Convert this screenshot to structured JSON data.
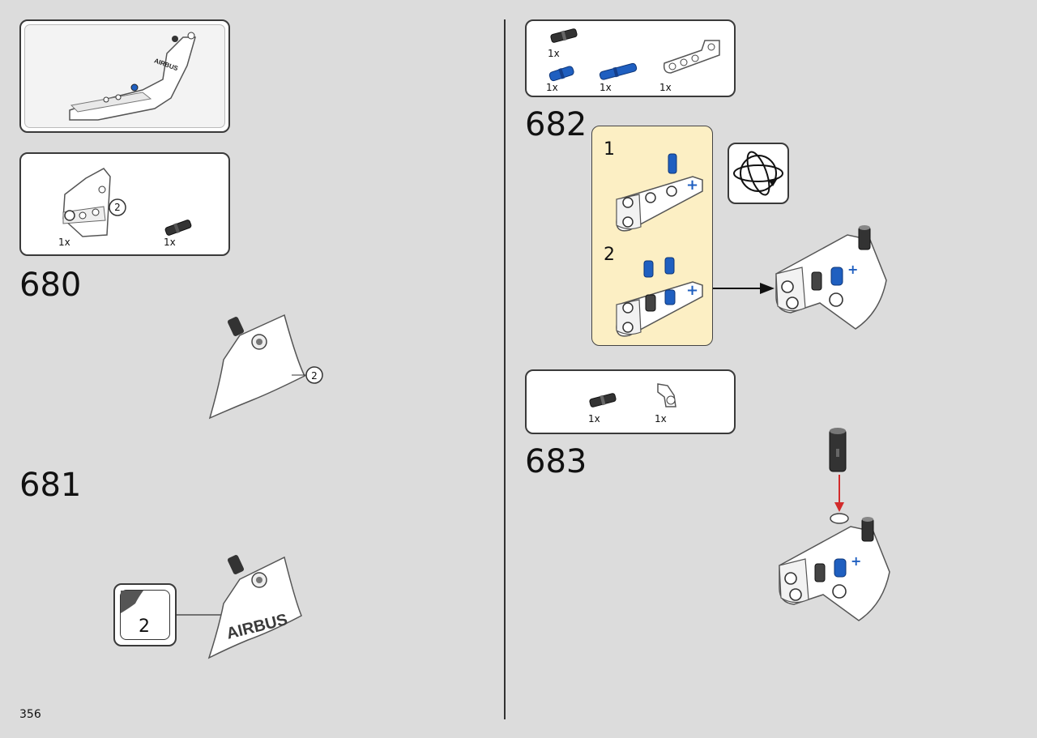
{
  "page": {
    "number": "356"
  },
  "left": {
    "reference_panel": {
      "label": "AIRBUS"
    },
    "parts_panel": {
      "callout": "2",
      "parts": [
        {
          "qty": "1x",
          "icon": "white-panel-icon"
        },
        {
          "qty": "1x",
          "icon": "black-axle-pin-icon"
        }
      ]
    },
    "step_680": {
      "number": "680",
      "callout": "2"
    },
    "step_681": {
      "number": "681",
      "sticker_number": "2",
      "sticker_text": "AIRBUS"
    }
  },
  "right": {
    "parts_panel": {
      "parts": [
        {
          "qty": "1x",
          "icon": "black-axle-pin-icon"
        },
        {
          "qty": "1x",
          "icon": "blue-pin-icon"
        },
        {
          "qty": "1x",
          "icon": "blue-axle-pin-icon"
        },
        {
          "qty": "1x",
          "icon": "white-l-beam-icon"
        }
      ]
    },
    "step_682": {
      "number": "682",
      "sub_steps": [
        "1",
        "2"
      ],
      "rotate_icon": "rotate-icon"
    },
    "parts_panel_2": {
      "parts": [
        {
          "qty": "1x",
          "icon": "black-axle-pin-icon"
        },
        {
          "qty": "1x",
          "icon": "white-angle-connector-icon"
        }
      ]
    },
    "step_683": {
      "number": "683"
    }
  },
  "colors": {
    "background": "#dcdcdc",
    "subassembly_bg": "#fcefc4",
    "lego_blue": "#1f5fc0",
    "arrow_red": "#d22b2b"
  }
}
